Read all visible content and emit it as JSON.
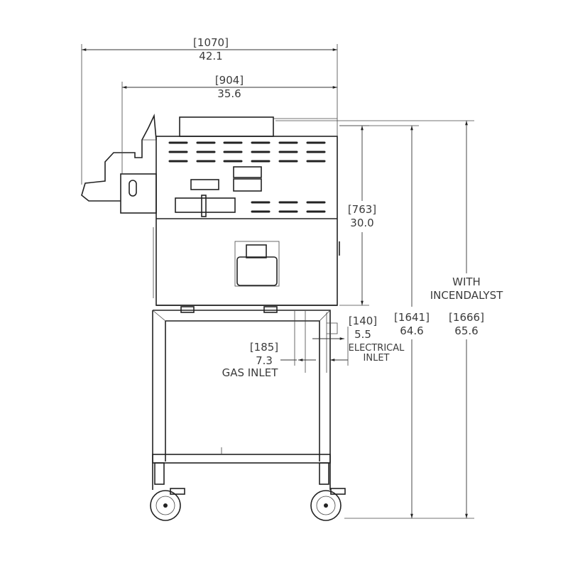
{
  "dimensions": {
    "overall_width": {
      "mm": "[1070]",
      "in": "42.1"
    },
    "oven_width": {
      "mm": "[904]",
      "in": "35.6"
    },
    "oven_height": {
      "mm": "[763]",
      "in": "30.0"
    },
    "total_height": {
      "mm": "[1641]",
      "in": "64.6"
    },
    "total_height_incendalyst": {
      "mm": "[1666]",
      "in": "65.6",
      "label_line1": "WITH",
      "label_line2": "INCENDALYST"
    },
    "electrical_inlet": {
      "mm": "[140]",
      "in": "5.5",
      "label_line1": "ELECTRICAL",
      "label_line2": "INLET"
    },
    "gas_inlet": {
      "mm": "[185]",
      "in": "7.3",
      "label": "GAS INLET"
    }
  }
}
